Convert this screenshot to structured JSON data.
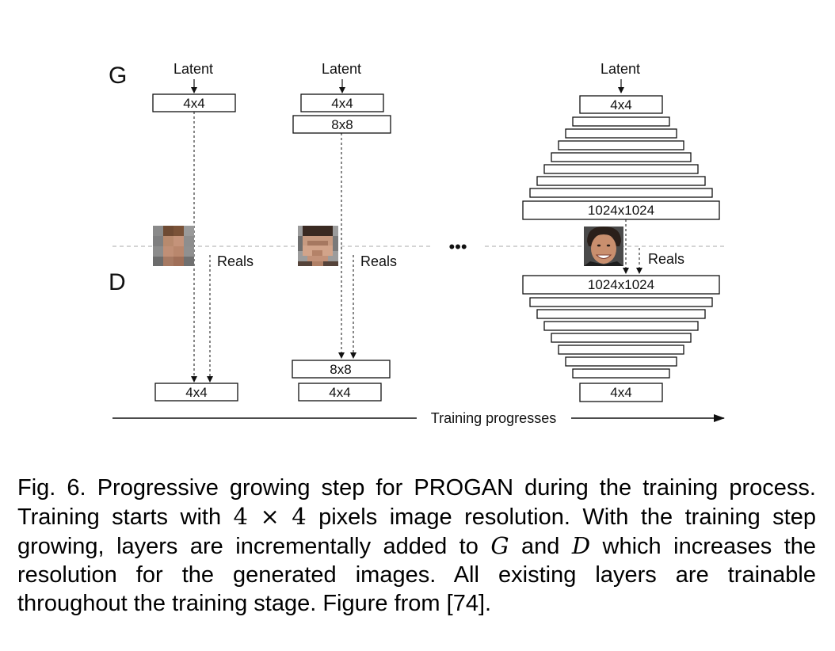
{
  "figure": {
    "generator_label": "G",
    "discriminator_label": "D",
    "latent_label": "Latent",
    "reals_label": "Reals",
    "ellipsis": "•••",
    "training_label": "Training progresses",
    "stage1": {
      "g_block": "4x4",
      "d_block": "4x4"
    },
    "stage2": {
      "g_blocks": [
        "4x4",
        "8x8"
      ],
      "d_blocks": [
        "8x8",
        "4x4"
      ]
    },
    "stage3": {
      "g_top": "4x4",
      "g_bottom": "1024x1024",
      "d_top": "1024x1024",
      "d_bottom": "4x4"
    }
  },
  "caption": {
    "fig_number": "Fig. 6.",
    "part1": "Progressive growing step for PROGAN during the training process. Training starts with",
    "math_4": "4",
    "math_times": "×",
    "part2": "pixels image resolution. With the training step growing, layers are incrementally added to",
    "math_G": "G",
    "part3": "and",
    "math_D": "D",
    "part4": "which increases the resolution for the generated images. All existing layers are trainable throughout the training stage. Figure from [74]."
  }
}
